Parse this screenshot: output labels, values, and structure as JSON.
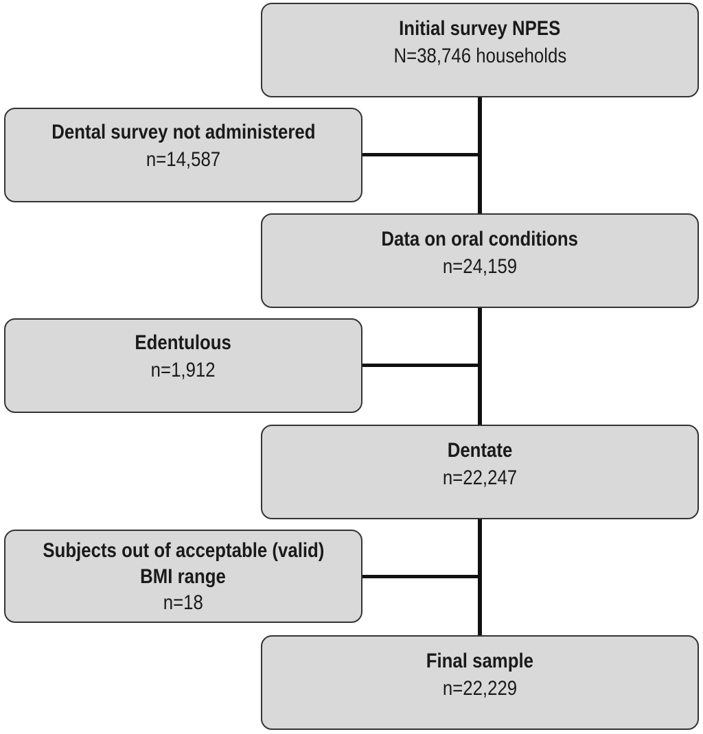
{
  "flowchart": {
    "initial": {
      "title": "Initial survey NPES",
      "count": "N=38,746 households"
    },
    "excluded_dental": {
      "title": "Dental survey not administered",
      "count": "n=14,587"
    },
    "oral_conditions": {
      "title": "Data on oral conditions",
      "count": "n=24,159"
    },
    "edentulous": {
      "title": "Edentulous",
      "count": "n=1,912"
    },
    "dentate": {
      "title": "Dentate",
      "count": "n=22,247"
    },
    "excluded_bmi": {
      "title_line1": "Subjects out of acceptable (valid)",
      "title_line2": "BMI range",
      "count": "n=18"
    },
    "final": {
      "title": "Final sample",
      "count": "n=22,229"
    }
  },
  "colors": {
    "box_fill": "#d9d9d9",
    "box_border": "#333333",
    "connector": "#111111"
  }
}
